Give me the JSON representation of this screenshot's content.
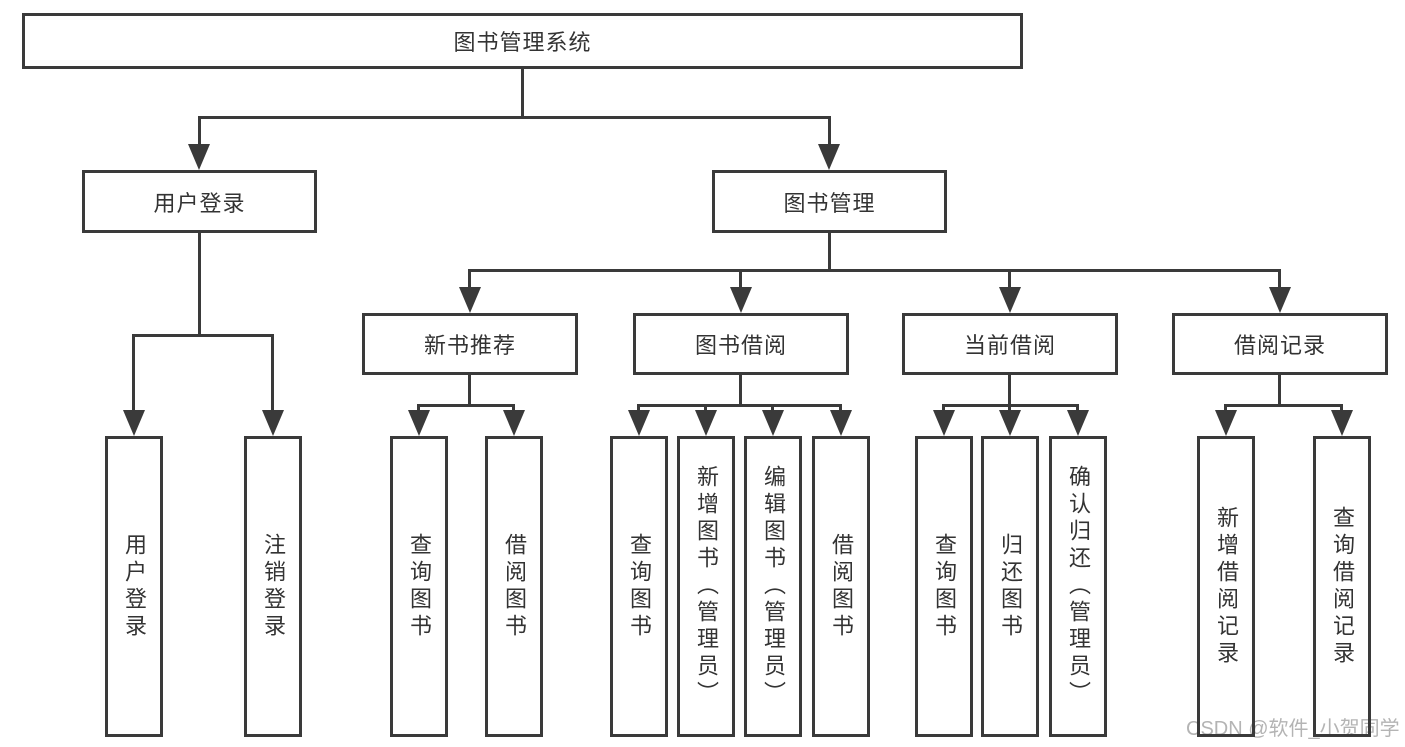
{
  "diagram_title": "图书管理系统",
  "tree": {
    "root": {
      "label": "图书管理系统",
      "children": [
        {
          "label": "用户登录",
          "children": [
            {
              "label": "用户登录"
            },
            {
              "label": "注销登录"
            }
          ]
        },
        {
          "label": "图书管理",
          "children": [
            {
              "label": "新书推荐",
              "children": [
                {
                  "label": "查询图书"
                },
                {
                  "label": "借阅图书"
                }
              ]
            },
            {
              "label": "图书借阅",
              "children": [
                {
                  "label": "查询图书"
                },
                {
                  "label": "新增图书（管理员）"
                },
                {
                  "label": "编辑图书（管理员）"
                },
                {
                  "label": "借阅图书"
                }
              ]
            },
            {
              "label": "当前借阅",
              "children": [
                {
                  "label": "查询图书"
                },
                {
                  "label": "归还图书"
                },
                {
                  "label": "确认归还（管理员）"
                }
              ]
            },
            {
              "label": "借阅记录",
              "children": [
                {
                  "label": "新增借阅记录"
                },
                {
                  "label": "查询借阅记录"
                }
              ]
            }
          ]
        }
      ]
    }
  },
  "watermark": {
    "text": "CSDN @软件_小贺同学"
  },
  "colors": {
    "line": "#3a3a3a",
    "text": "#333333",
    "background": "#ffffff",
    "watermark": "#b4b4b4"
  }
}
